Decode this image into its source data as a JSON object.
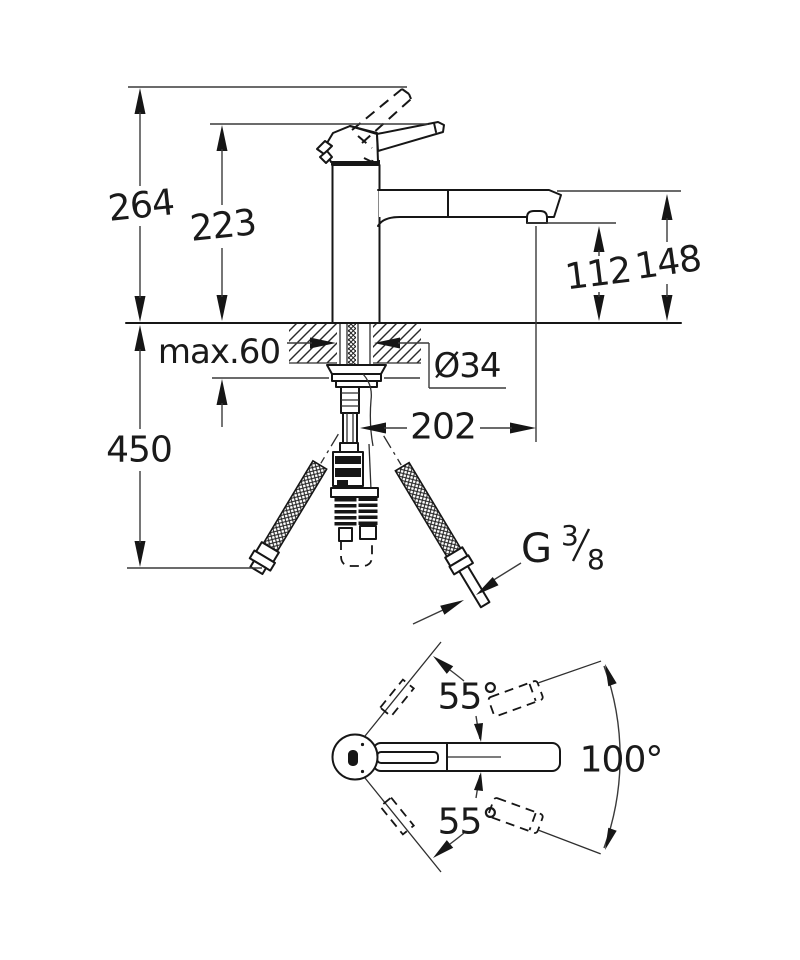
{
  "dimensions": {
    "overall_height": "264",
    "body_height": "223",
    "spout_top_height": "148",
    "outlet_height": "112",
    "max_counter_thickness": "max.60",
    "hole_diameter": "Ø34",
    "spout_reach": "202",
    "hose_drop": "450"
  },
  "thread": {
    "label": "G 3/8",
    "g": "G",
    "numerator": "3",
    "denominator": "8"
  },
  "angles": {
    "swivel_upper": "55°",
    "swivel_lower": "55°",
    "swivel_total": "100°"
  },
  "colors": {
    "line": "#161616",
    "background": "#ffffff"
  }
}
